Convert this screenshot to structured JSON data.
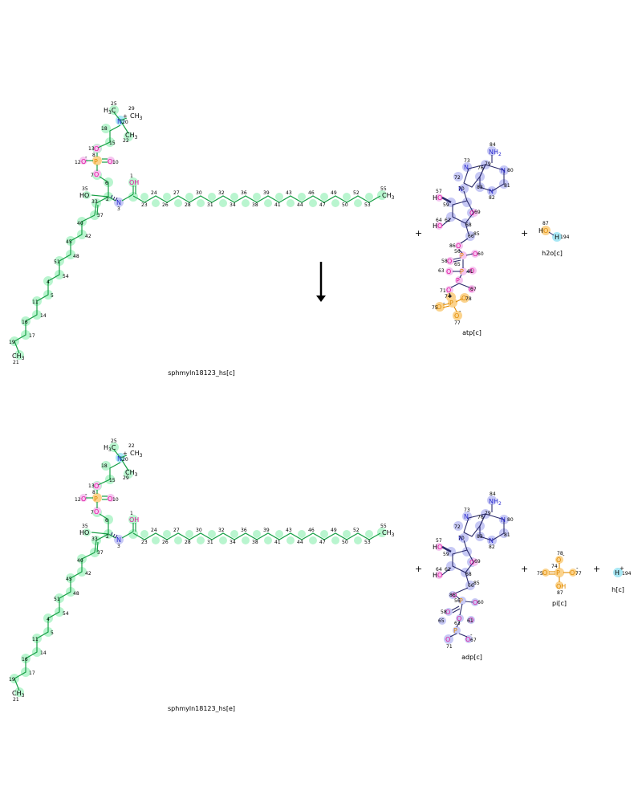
{
  "reaction": {
    "reactants": [
      {
        "id": "sphmyln18123_hs[c]",
        "label": "sphmyln18123_hs[c]"
      },
      {
        "id": "atp[c]",
        "label": "atp[c]"
      },
      {
        "id": "h2o[c]",
        "label": "h2o[c]"
      }
    ],
    "products": [
      {
        "id": "sphmyln18123_hs[e]",
        "label": "sphmyln18123_hs[e]"
      },
      {
        "id": "adp[c]",
        "label": "adp[c]"
      },
      {
        "id": "pi[c]",
        "label": "pi[c]"
      },
      {
        "id": "h[c]",
        "label": "h[c]"
      }
    ],
    "operator_plus": "+",
    "arrow": "down-arrow"
  },
  "colors": {
    "carbon_highlight": "#b9f5cf",
    "nitrogen_highlight": "#c7c9f5",
    "oxygen_highlight": "#f5c5f0",
    "phosphorus_highlight": "#fbd38d",
    "hydrogen_highlight": "#a9e8f5",
    "bond": "#18a046",
    "bond_dark": "#2b2b6b",
    "nitrogen_text": "#2a2ad0",
    "oxygen_text": "#e0109a",
    "phosphorus_text": "#e08a00"
  },
  "chain_numbers": [
    "23",
    "24",
    "26",
    "27",
    "28",
    "30",
    "31",
    "32",
    "34",
    "36",
    "38",
    "39",
    "41",
    "43",
    "44",
    "46",
    "47",
    "49",
    "50",
    "52",
    "53",
    "55"
  ],
  "tail_numbers": [
    "37",
    "40",
    "42",
    "45",
    "48",
    "51",
    "54",
    "4",
    "5",
    "11",
    "14",
    "16",
    "17",
    "19",
    "21"
  ],
  "head_numbers": [
    "25",
    "29",
    "20",
    "22",
    "18",
    "15",
    "13",
    "8",
    "12",
    "10",
    "7",
    "6",
    "35",
    "33",
    "2",
    "3",
    "1"
  ],
  "adenosine_numbers": [
    "84",
    "73",
    "79",
    "72",
    "76",
    "80",
    "70",
    "83",
    "81",
    "82",
    "57",
    "59",
    "69",
    "64",
    "62",
    "68",
    "66",
    "85"
  ],
  "phosphate_numbers": [
    "86",
    "56",
    "60",
    "58",
    "65",
    "63",
    "61",
    "71",
    "74",
    "67",
    "75",
    "78",
    "77"
  ],
  "water_numbers": [
    "87",
    "194"
  ],
  "pi_numbers": [
    "78",
    "74",
    "75",
    "77",
    "87"
  ],
  "h_numbers": [
    "194"
  ],
  "atoms": {
    "H": "H",
    "H2": "H2",
    "CH3": "CH3",
    "N": "N",
    "NH2": "NH2",
    "O": "O",
    "OH": "OH",
    "HO": "HO",
    "P": "P",
    "charge_plus": "+",
    "charge_minus": "-"
  }
}
